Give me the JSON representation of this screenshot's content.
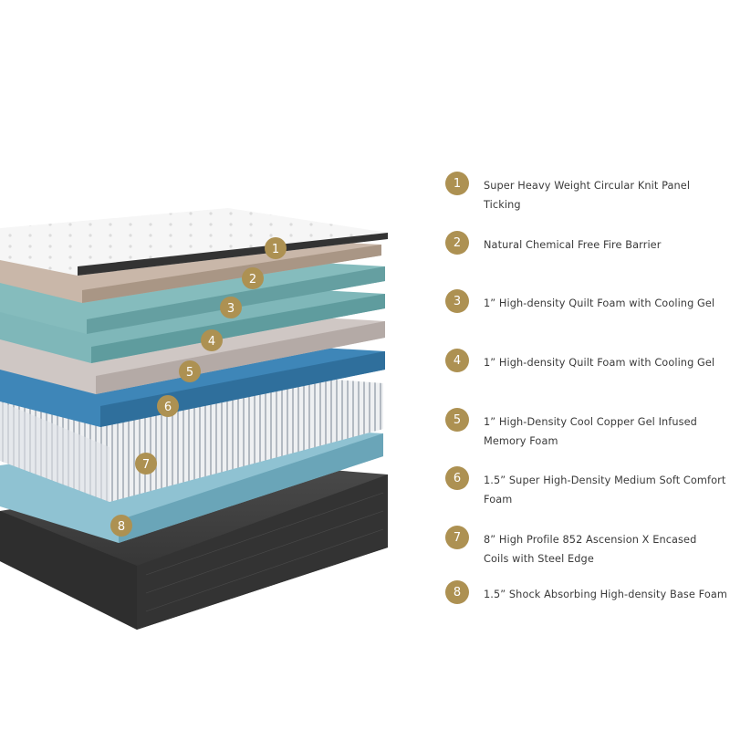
{
  "layers": [
    {
      "number": "1",
      "description": "Super Heavy Weight Circular Knit Panel Ticking"
    },
    {
      "number": "2",
      "description": "Natural Chemical Free Fire Barrier"
    },
    {
      "number": "3",
      "description": "1” High-density Quilt Foam with Cooling Gel"
    },
    {
      "number": "4",
      "description": "1” High-density Quilt Foam with Cooling Gel"
    },
    {
      "number": "5",
      "description": "1” High-Density Cool Copper Gel Infused\nMemory Foam"
    },
    {
      "number": "6",
      "description": "1.5” Super High-Density Medium Soft Comfort Foam"
    },
    {
      "number": "7",
      "description": "8” High Profile 852 Ascension X Encased\nCoils with Steel Edge"
    },
    {
      "number": "8",
      "description": "1.5” Shock Absorbing High-density Base Foam"
    }
  ],
  "colors": {
    "badge": "#ad9152",
    "text": "#3a3a3a",
    "ticking": "#f4f4f4",
    "fire_barrier": "#c9b7a9",
    "quilt_foam": "#7fb7b9",
    "copper_gel_foam": "#cfc7c4",
    "comfort_foam": "#3e86b8",
    "coils": "#d9dde2",
    "base_foam": "#8fc2d2",
    "foundation": "#3c3c3c"
  }
}
